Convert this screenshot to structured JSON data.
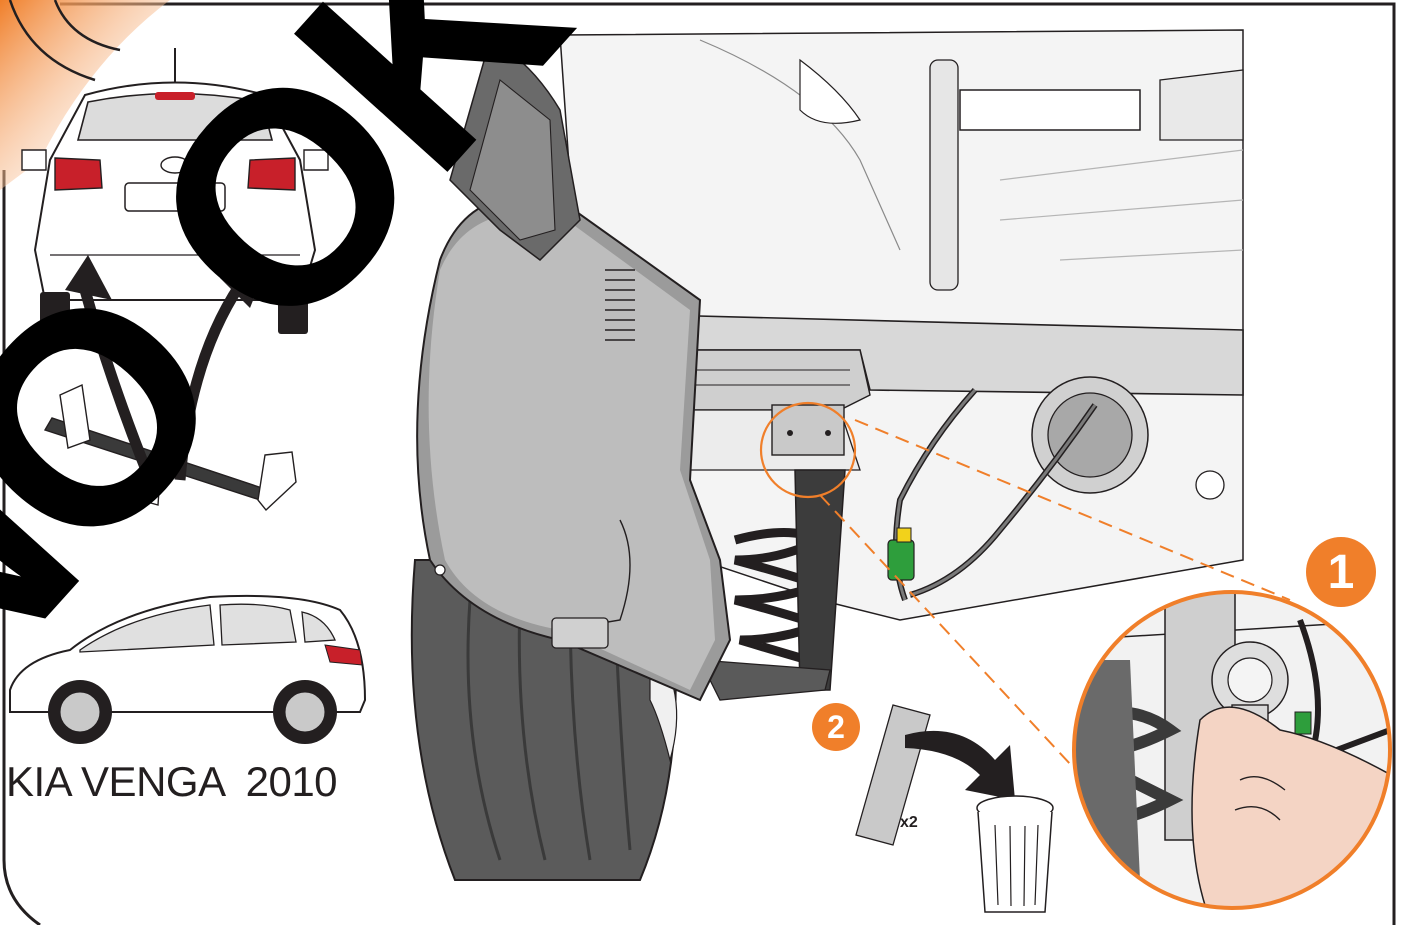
{
  "title": "KIA VENGA  2010",
  "steps": [
    {
      "number": "1"
    },
    {
      "number": "2"
    }
  ],
  "quantity_label": "x2",
  "watermark_text": "NO OK",
  "colors": {
    "accent": "#f07f2a",
    "watermark": "#000000",
    "tail_light": "#c8202a",
    "wire_connector": "#2e9e3c",
    "line": "#231f20",
    "body_grey": "#d9d9d9"
  },
  "icons": [
    "car-rear-icon",
    "car-side-icon",
    "tow-bar-icon",
    "trash-bin-icon",
    "hand-tool-icon",
    "arrow-icon"
  ]
}
